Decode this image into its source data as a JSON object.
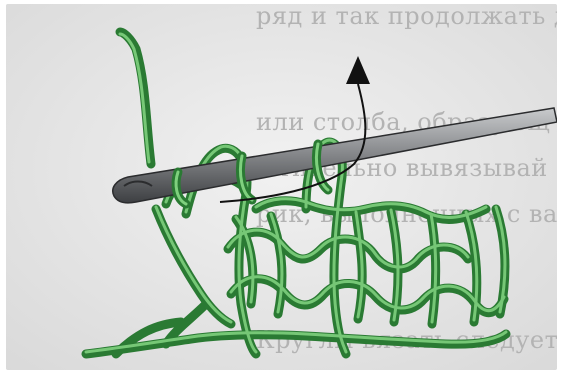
{
  "background_text": {
    "line1": "ряд и так продолжать д",
    "line2": "или столба, образующ",
    "line3": "чтительно вывязывай",
    "line4": "рик, выполненных с ва",
    "line5": "Круглы вязать следует"
  },
  "colors": {
    "yarn": "#2f8a3a",
    "yarn_highlight": "#7fd07e",
    "hook": "#7b7d80",
    "paper": "#e9e9e9",
    "arrow": "#111111"
  }
}
